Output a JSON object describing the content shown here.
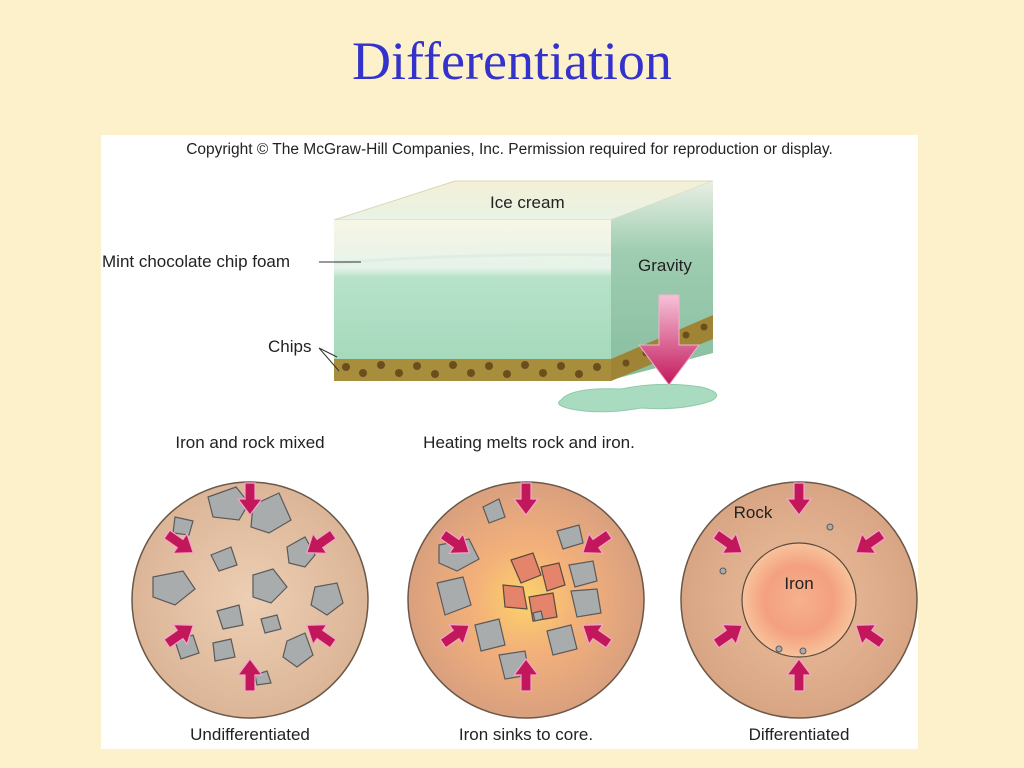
{
  "slide": {
    "title": "Differentiation"
  },
  "figure": {
    "copyright": "Copyright © The McGraw-Hill Companies, Inc. Permission required for reproduction or display.",
    "analogy": {
      "ice_cream": "Ice cream",
      "foam": "Mint chocolate chip foam",
      "chips": "Chips",
      "gravity": "Gravity"
    },
    "stages": [
      {
        "top_label": "Iron and rock mixed",
        "bottom_label": "Undifferentiated"
      },
      {
        "top_label": "Heating melts rock and iron.",
        "bottom_label": "Iron sinks to core."
      },
      {
        "top_label": "",
        "bottom_label": "Differentiated",
        "rock_label": "Rock",
        "iron_label": "Iron"
      }
    ],
    "colors": {
      "title": "#3333cc",
      "background": "#fdf1cc",
      "mint": "#a8dbbf",
      "arrow": "#c2185b",
      "planet": "#e8c4a8",
      "rock_chunk": "#a9acad"
    }
  }
}
